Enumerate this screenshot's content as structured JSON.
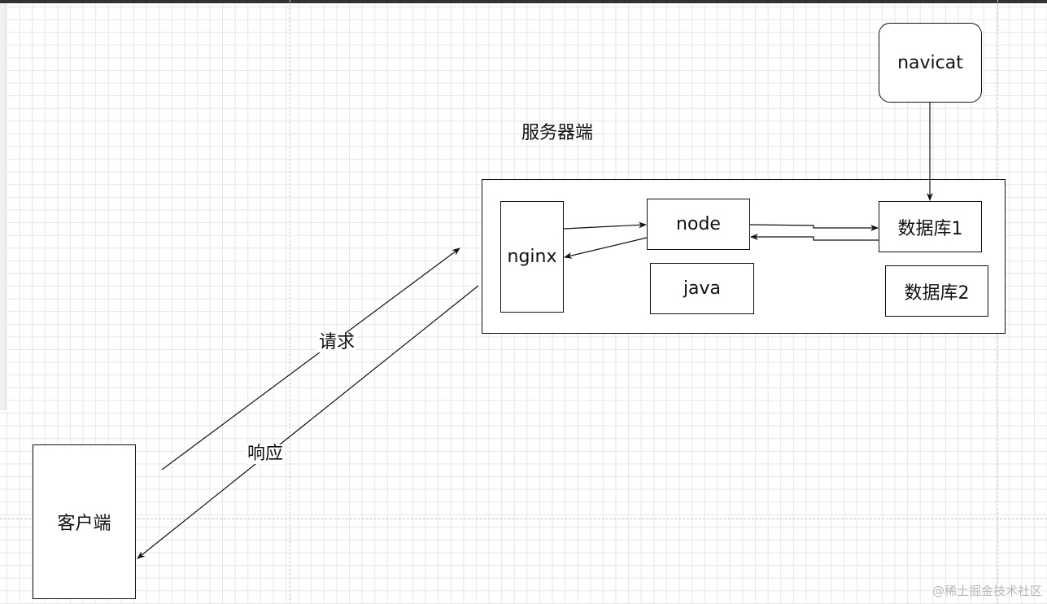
{
  "diagram": {
    "server_group_label": "服务器端",
    "nodes": {
      "client": "客户端",
      "navicat": "navicat",
      "nginx": "nginx",
      "node": "node",
      "java": "java",
      "db1": "数据库1",
      "db2": "数据库2"
    },
    "edge_labels": {
      "request": "请求",
      "response": "响应"
    }
  },
  "watermark": "@稀土掘金技术社区",
  "colors": {
    "stroke": "#111111",
    "grid": "#e6e6e6",
    "background": "#ffffff"
  }
}
